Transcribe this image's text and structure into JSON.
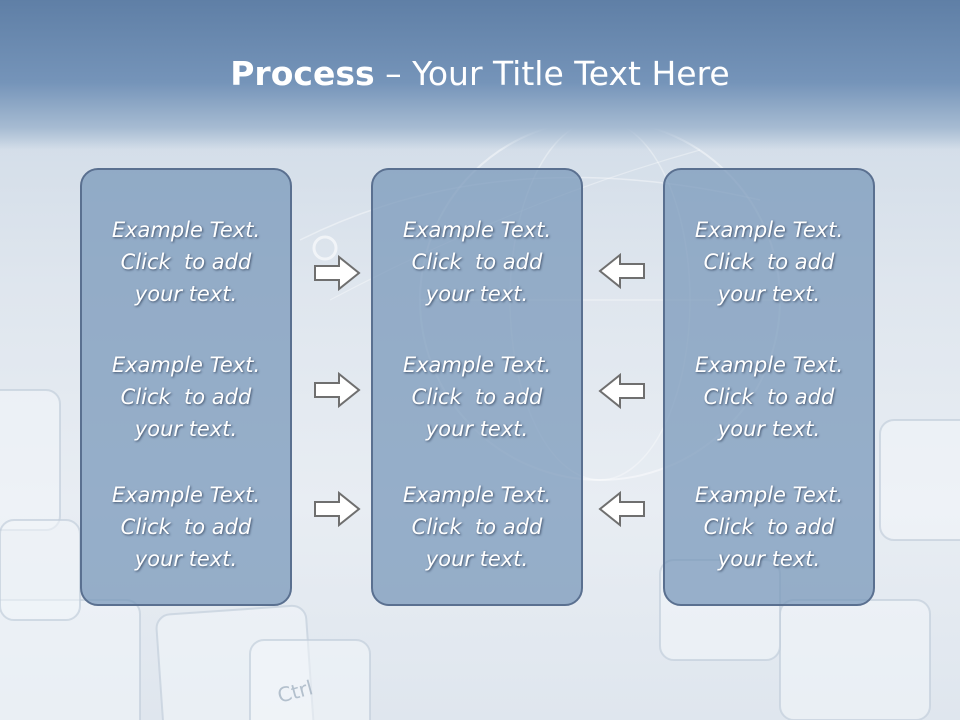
{
  "title": {
    "bold": "Process",
    "rest": " – Your Title Text Here"
  },
  "panels": [
    {
      "blocks": [
        [
          "Example Text.",
          "Click  to add",
          "your text."
        ],
        [
          "Example Text.",
          "Click  to add",
          "your text."
        ],
        [
          "Example Text.",
          "Click  to add",
          "your text."
        ]
      ]
    },
    {
      "blocks": [
        [
          "Example Text.",
          "Click  to add",
          "your text."
        ],
        [
          "Example Text.",
          "Click  to add",
          "your text."
        ],
        [
          "Example Text.",
          "Click  to add",
          "your text."
        ]
      ]
    },
    {
      "blocks": [
        [
          "Example Text.",
          "Click  to add",
          "your text."
        ],
        [
          "Example Text.",
          "Click  to add",
          "your text."
        ],
        [
          "Example Text.",
          "Click  to add",
          "your text."
        ]
      ]
    }
  ],
  "arrows": {
    "left_column": "arrow-right-icon",
    "right_column": "arrow-left-icon"
  },
  "colors": {
    "panel_fill": "#7695b9",
    "panel_border": "#5a7090",
    "title_bar": "#6685ab",
    "text": "#ffffff"
  }
}
